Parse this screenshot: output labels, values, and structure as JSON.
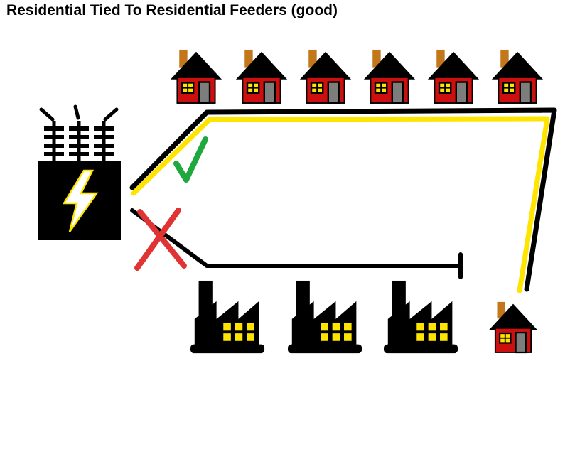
{
  "title": "Residential Tied To Residential Feeders (good)",
  "colors": {
    "background": "#ffffff",
    "text": "#000000",
    "residential_feeder": "#ffe400",
    "line": "#000000",
    "check": "#1ea83e",
    "cross": "#e03434",
    "house_body": "#cc1010",
    "roof": "#000000",
    "window": "#ffe400",
    "door": "#7d7d7d",
    "chimney": "#c4761b",
    "factory": "#000000",
    "factory_window": "#ffe400",
    "transformer": "#000000",
    "bolt_fill": "#ffffff",
    "bolt_outline": "#ffe400"
  },
  "counts": {
    "top_houses": 6,
    "factories": 3,
    "bottom_right_houses": 1,
    "transformers": 1
  }
}
